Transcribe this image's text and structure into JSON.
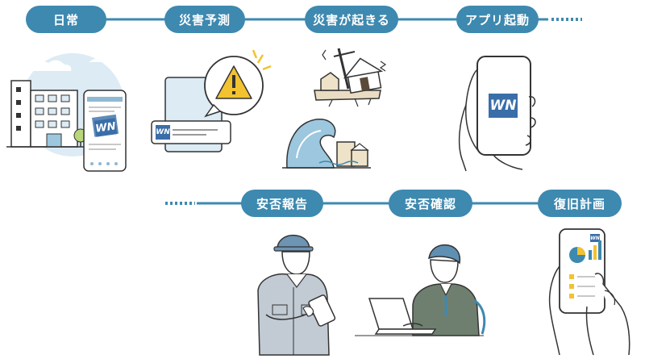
{
  "flow": {
    "row1": [
      "日常",
      "災害予測",
      "災害が起きる",
      "アプリ起動"
    ],
    "row2": [
      "安否報告",
      "安否確認",
      "復旧計画"
    ]
  },
  "brand": {
    "logo_text": "WN"
  },
  "colors": {
    "accent": "#3d89b0",
    "line": "#3d89b0",
    "ink": "#333333",
    "pale_blue": "#dcebf4",
    "warning": "#f2c230"
  }
}
